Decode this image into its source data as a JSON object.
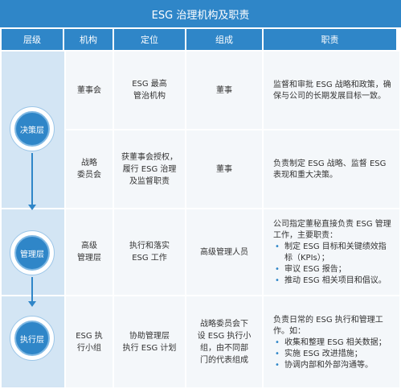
{
  "title": "ESG 治理机构及职责",
  "headers": [
    "层级",
    "机构",
    "定位",
    "组成",
    "职责"
  ],
  "levels": [
    "决策层",
    "管理层",
    "执行层"
  ],
  "rows": [
    {
      "org": "董事会",
      "position": "ESG 最高\n管治机构",
      "composition": "董事",
      "duties_text": "监督和审批 ESG 战略和政策，确保与公司的长期发展目标一致。",
      "duties_items": []
    },
    {
      "org": "战略\n委员会",
      "position": "获董事会授权，\n履行 ESG 治理\n及监督职责",
      "composition": "董事",
      "duties_text": "负责制定 ESG 战略、监督 ESG 表现和重大决策。",
      "duties_items": []
    },
    {
      "org": "高级\n管理层",
      "position": "执行和落实\nESG 工作",
      "composition": "高级管理人员",
      "duties_text": "公司指定董秘直接负责 ESG 管理工作，主要职责：",
      "duties_items": [
        "制定 ESG 目标和关键绩效指标（KPIs）；",
        "审议 ESG 报告；",
        "推动 ESG 相关项目和倡议。"
      ]
    },
    {
      "org": "ESG 执\n行小组",
      "position": "协助管理层\n执行 ESG 计划",
      "composition": "战略委员会下\n设 ESG 执行小\n组，由不同部\n门的代表组成",
      "duties_text": "负责日常的 ESG 执行和管理工作。如：",
      "duties_items": [
        "收集和整理 ESG 相关数据；",
        "实施 ESG 改进措施；",
        "协调内部和外部沟通等。"
      ]
    }
  ],
  "colors": {
    "primary": "#2f86c8",
    "level_bg": "#d3e5f4",
    "cell_bg": "#f4f7fa"
  }
}
